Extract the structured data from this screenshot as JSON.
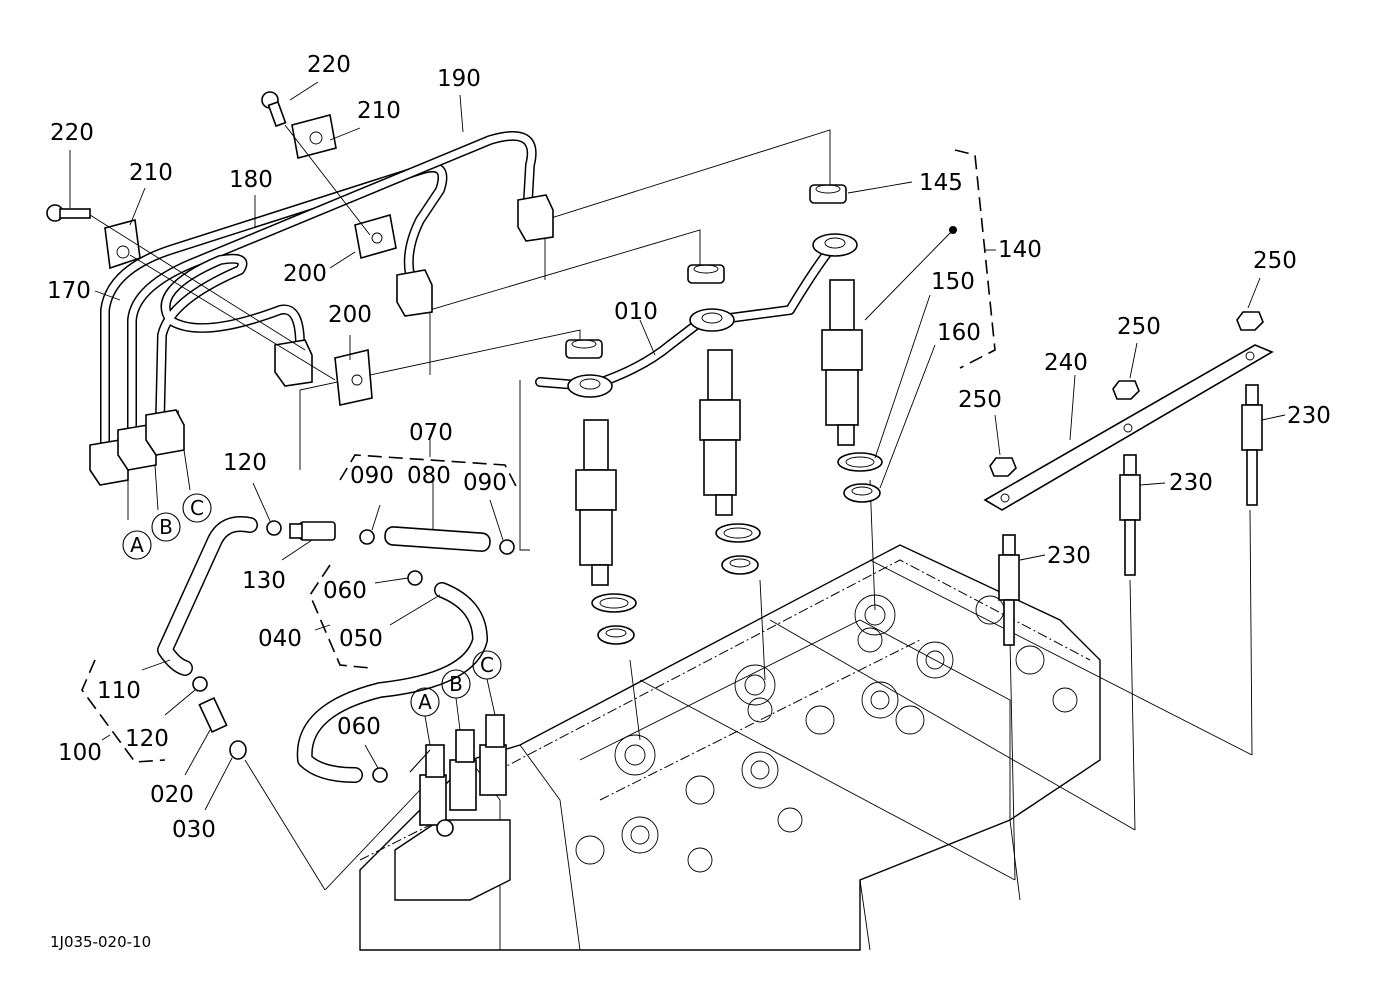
{
  "diagram": {
    "drawing_code": "1J035-020-10",
    "callouts": {
      "p220_top": "220",
      "p220_left": "220",
      "p210_top": "210",
      "p210_left": "210",
      "p190": "190",
      "p180": "180",
      "p170": "170",
      "p200_upper": "200",
      "p200_lower": "200",
      "p145": "145",
      "p140": "140",
      "p150": "150",
      "p160": "160",
      "p010": "010",
      "p070": "070",
      "p090_left": "090",
      "p080": "080",
      "p090_right": "090",
      "p120_upper": "120",
      "p130": "130",
      "p060_upper": "060",
      "p040": "040",
      "p050": "050",
      "p110": "110",
      "p100": "100",
      "p120_lower": "120",
      "p020": "020",
      "p030": "030",
      "p060_lower": "060",
      "p250_left": "250",
      "p250_mid": "250",
      "p250_right": "250",
      "p240": "240",
      "p230_left": "230",
      "p230_mid": "230",
      "p230_right": "230"
    },
    "connection_letters": {
      "pipe_a": "A",
      "pipe_b": "B",
      "pipe_c": "C",
      "pump_a": "A",
      "pump_b": "B",
      "pump_c": "C"
    }
  }
}
